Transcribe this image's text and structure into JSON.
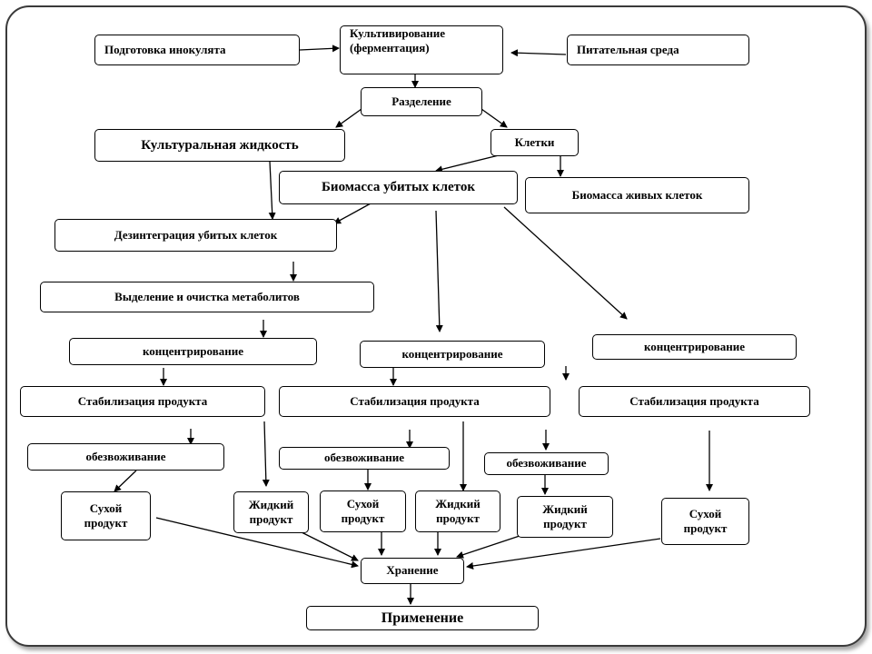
{
  "nodes": {
    "inoculum": "Подготовка инокулята",
    "cultivation_line1": "Культивирование",
    "cultivation_line2": "(ферментация)",
    "medium": "Питательная среда",
    "separation": "Разделение",
    "culture_liquid": "Культуральная жидкость",
    "cells": "Клетки",
    "killed_biomass": "Биомасса убитых клеток",
    "living_biomass": "Биомасса живых клеток",
    "disintegration": "Дезинтеграция убитых клеток",
    "isolation": "Выделение и очистка метаболитов",
    "conc_left": "концентрирование",
    "conc_mid": "концентрирование",
    "conc_right": "концентрирование",
    "stab_left": "Стабилизация продукта",
    "stab_mid": "Стабилизация продукта",
    "stab_right": "Стабилизация продукта",
    "dehyd_left": "обезвоживание",
    "dehyd_mid": "обезвоживание",
    "dehyd_right": "обезвоживание",
    "dry_1_line1": "Сухой",
    "dry_1_line2": "продукт",
    "liquid_1_line1": "Жидкий",
    "liquid_1_line2": "продукт",
    "dry_2_line1": "Сухой",
    "dry_2_line2": "продукт",
    "liquid_2_line1": "Жидкий",
    "liquid_2_line2": "продукт",
    "liquid_3_line1": "Жидкий",
    "liquid_3_line2": "продукт",
    "dry_3_line1": "Сухой",
    "dry_3_line2": "продукт",
    "storage": "Хранение",
    "application": "Применение"
  }
}
